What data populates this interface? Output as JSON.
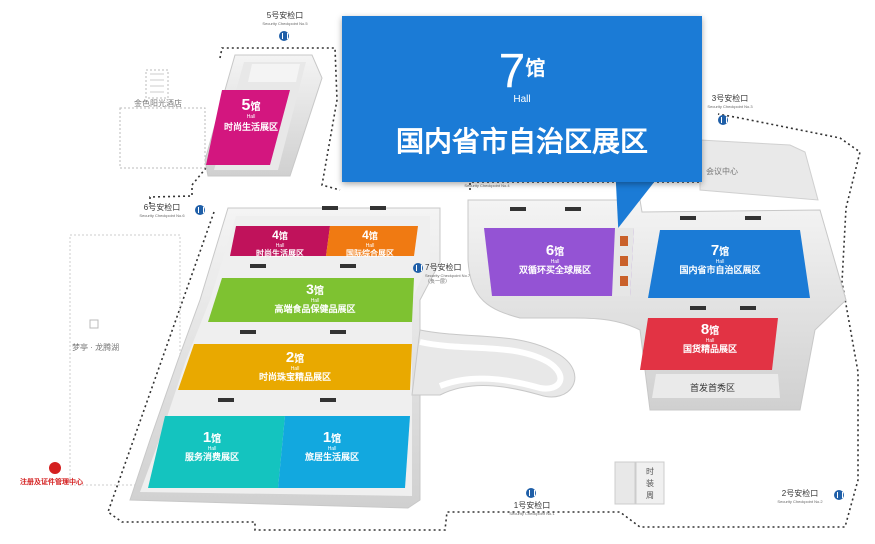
{
  "halls": {
    "h5": {
      "num": "5",
      "suffix": "馆",
      "hall": "Hall",
      "zone": "时尚生活展区",
      "color": "#d3167f"
    },
    "h4a": {
      "num": "4",
      "suffix": "馆",
      "hall": "Hall",
      "zone": "时尚生活展区",
      "color": "#c0125b"
    },
    "h4b": {
      "num": "4",
      "suffix": "馆",
      "hall": "Hall",
      "zone": "国际综合展区",
      "color": "#f07a12"
    },
    "h3": {
      "num": "3",
      "suffix": "馆",
      "hall": "Hall",
      "zone": "高端食品保健品展区",
      "color": "#7ec231"
    },
    "h2": {
      "num": "2",
      "suffix": "馆",
      "hall": "Hall",
      "zone": "时尚珠宝精品展区",
      "color": "#e9a900"
    },
    "h1a": {
      "num": "1",
      "suffix": "馆",
      "hall": "Hall",
      "zone": "服务消费展区",
      "color": "#14c4bf"
    },
    "h1b": {
      "num": "1",
      "suffix": "馆",
      "hall": "Hall",
      "zone": "旅居生活展区",
      "color": "#12a8df"
    },
    "h6": {
      "num": "6",
      "suffix": "馆",
      "hall": "Hall",
      "zone": "双循环买全球展区",
      "color": "#9453d4"
    },
    "h7": {
      "num": "7",
      "suffix": "馆",
      "hall": "Hall",
      "zone": "国内省市自治区展区",
      "color": "#1b7bd6"
    },
    "h8": {
      "num": "8",
      "suffix": "馆",
      "hall": "Hall",
      "zone": "国货精品展区",
      "color": "#e23344"
    }
  },
  "callout": {
    "num": "7",
    "suffix": "馆",
    "hall": "Hall",
    "zone": "国内省市自治区展区"
  },
  "checkpoints": {
    "cp5": {
      "label": "5号安检口",
      "sub": "Security Checkpoint No.5"
    },
    "cp6": {
      "label": "6号安检口",
      "sub": "Security Checkpoint No.6"
    },
    "cp7": {
      "label": "7号安检口",
      "sub": "Security Checkpoint No.7",
      "extra": "（负一层）"
    },
    "cp4": {
      "label": "",
      "sub": "Security Checkpoint No.4"
    },
    "cp3": {
      "label": "3号安检口",
      "sub": "Security Checkpoint No.3"
    },
    "cp1": {
      "label": "1号安检口",
      "sub": "Security Checkpoint No.1"
    },
    "cp2": {
      "label": "2号安检口",
      "sub": "Security Checkpoint No.2"
    }
  },
  "landmarks": {
    "hotel": "金色阳光酒店",
    "meeting": "会议中心",
    "mengting": "梦亭 · 龙腾湖",
    "registry": "注册及证件管理中心",
    "first_show": "首发首秀区",
    "fashion_week": "时装周"
  },
  "colors": {
    "floor": "#eeeeee",
    "wall": "#d4d4d4",
    "accent": "#1b7bd6"
  }
}
